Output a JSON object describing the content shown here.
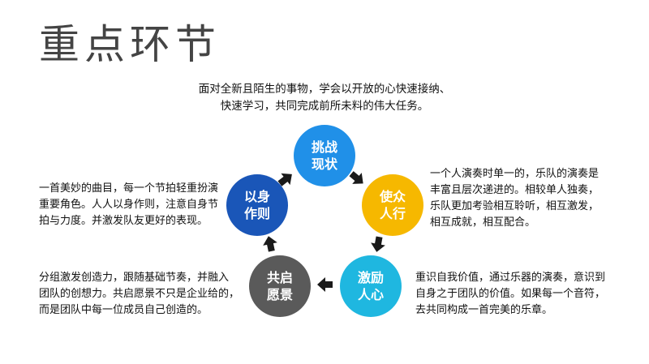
{
  "title": "重点环节",
  "subtitle": [
    "面对全新且陌生的事物，学会以开放的心快速接纳、",
    "快速学习，共同完成前所未料的伟大任务。"
  ],
  "colors": {
    "node_challenge": "#2090e8",
    "node_together": "#f6b800",
    "node_motivate": "#1fb7e0",
    "node_vision": "#5a5a5a",
    "node_example": "#1a56b8",
    "arrow": "#1a1a1a"
  },
  "nodes": {
    "challenge": {
      "line1": "挑战",
      "line2": "现状"
    },
    "together": {
      "line1": "使众",
      "line2": "人行"
    },
    "motivate": {
      "line1": "激励",
      "line2": "人心"
    },
    "vision": {
      "line1": "共启",
      "line2": "愿景"
    },
    "example": {
      "line1": "以身",
      "line2": "作则"
    }
  },
  "descriptions": {
    "example": [
      "一首美妙的曲目，每一个节拍轻重扮演",
      "重要角色。人人以身作则，注意自身节",
      "拍与力度。并激发队友更好的表现。"
    ],
    "together": [
      "一个人演奏时单一的，乐队的演奏是",
      "丰富且层次递进的。相较单人独奏，",
      "乐队更加考验相互聆听，相互激发，",
      "相互成就，相互配合。"
    ],
    "vision": [
      "分组激发创造力，跟随基础节奏，并融入",
      "团队的创想力。共启愿景不只是企业给的，",
      "而是团队中每一位成员自己创造的。"
    ],
    "motivate": [
      "重识自我价值，通过乐器的演奏，意识到",
      "自身之于团队的价值。如果每一个音符，",
      "去共同构成一首完美的乐章。"
    ]
  }
}
